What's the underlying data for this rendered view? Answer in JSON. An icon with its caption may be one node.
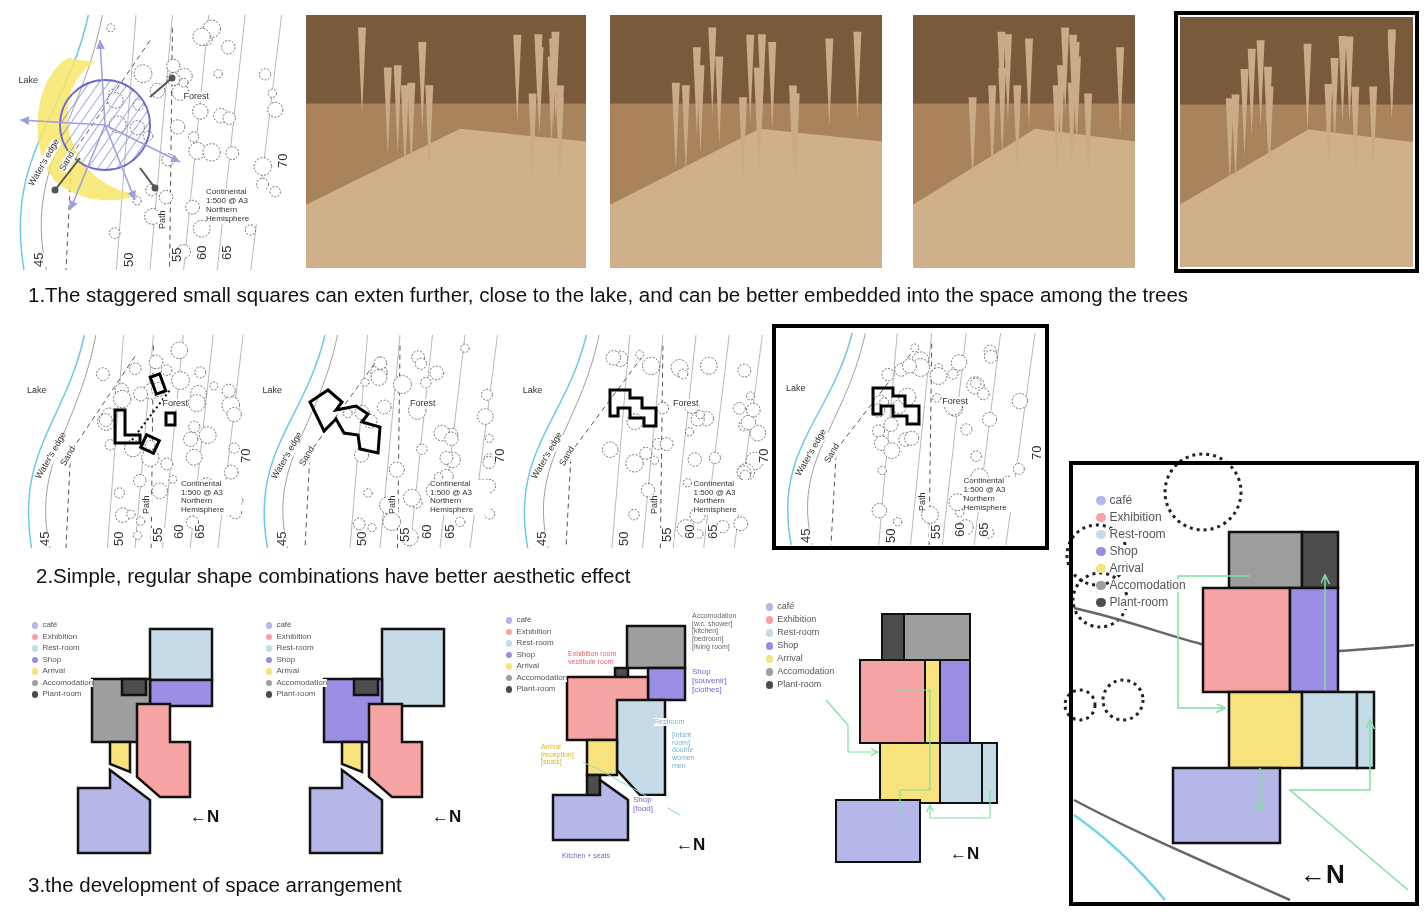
{
  "diagram": {
    "labels": [
      "Lake",
      "Water's edge",
      "Sand",
      "Forest",
      "Path",
      "45",
      "50",
      "55",
      "60",
      "65",
      "70",
      "Continental 1:500 @ A3 Northern Hemisphere",
      "1.The staggered small squares can exten further, close to the lake, and can be better embedded into the space among the trees",
      "Lake",
      "Water's edge",
      "Sand",
      "Forest",
      "Path",
      "45",
      "50",
      "55",
      "60",
      "65",
      "70",
      "Continental 1:500 @ A3 Northern Hemisphere",
      "Lake",
      "Water's edge",
      "Sand",
      "Forest",
      "Path",
      "45",
      "50",
      "55",
      "60",
      "65",
      "70",
      "Continental 1:500 @ A3 Northern Hemisphere",
      "Lake",
      "Water's edge",
      "Sand",
      "Forest",
      "Path",
      "45",
      "50",
      "55",
      "60",
      "65",
      "70",
      "Continental 1:500 @ A3 Northern Hemisphere",
      "Lake",
      "Water's edge",
      "Sand",
      "Forest",
      "Path",
      "45",
      "50",
      "55",
      "60",
      "65",
      "70",
      "Continental 1:500 @ A3 Northern Hemisphere",
      "2.Simple, regular shape combinations have better aesthetic effect",
      "←N",
      "←N",
      "Accomodation [w.c. shower] [kitchen] [bedroom] [living room]",
      "Exhibition room vestibule room",
      "Shop [souvenir] [clothes]",
      "Restroom",
      "[infant room] double women men",
      "Arrival [reception] [seats]",
      "Shop [food]",
      "Kitchen + seats",
      "←N",
      "←N",
      "←N",
      "3.the development of space arrangement"
    ],
    "legend": [
      {
        "text": "café",
        "color": "#b4b7e8"
      },
      {
        "text": "Exhibition",
        "color": "#f5a3a3"
      },
      {
        "text": "Rest-room",
        "color": "#c5dbe8"
      },
      {
        "text": "Shop",
        "color": "#9b8de3"
      },
      {
        "text": "Arrival",
        "color": "#f8e27c"
      },
      {
        "text": "Accomodation",
        "color": "#9e9e9e"
      },
      {
        "text": "Plant-room",
        "color": "#4d4d4d"
      },
      {
        "text": "café",
        "color": "#b4b7e8"
      },
      {
        "text": "Exhibition",
        "color": "#f5a3a3"
      },
      {
        "text": "Rest-room",
        "color": "#c5dbe8"
      },
      {
        "text": "Shop",
        "color": "#9b8de3"
      },
      {
        "text": "Arrival",
        "color": "#f8e27c"
      },
      {
        "text": "Accomodation",
        "color": "#9e9e9e"
      },
      {
        "text": "Plant-room",
        "color": "#4d4d4d"
      },
      {
        "text": "café",
        "color": "#b4b7e8"
      },
      {
        "text": "Exhibition",
        "color": "#f5a3a3"
      },
      {
        "text": "Rest-room",
        "color": "#c5dbe8"
      },
      {
        "text": "Shop",
        "color": "#9b8de3"
      },
      {
        "text": "Arrival",
        "color": "#f8e27c"
      },
      {
        "text": "Accomodation",
        "color": "#9e9e9e"
      },
      {
        "text": "Plant-room",
        "color": "#4d4d4d"
      },
      {
        "text": "café",
        "color": "#b4b7e8"
      },
      {
        "text": "Exhibition",
        "color": "#f5a3a3"
      },
      {
        "text": "Rest-room",
        "color": "#c5dbe8"
      },
      {
        "text": "Shop",
        "color": "#9b8de3"
      },
      {
        "text": "Arrival",
        "color": "#f8e27c"
      },
      {
        "text": "Accomodation",
        "color": "#9e9e9e"
      },
      {
        "text": "Plant-room",
        "color": "#4d4d4d"
      },
      {
        "text": "café",
        "color": "#b4b7e8"
      },
      {
        "text": "Exhibition",
        "color": "#f5a3a3"
      },
      {
        "text": "Rest-room",
        "color": "#c5dbe8"
      },
      {
        "text": "Shop",
        "color": "#9b8de3"
      },
      {
        "text": "Arrival",
        "color": "#f8e27c"
      },
      {
        "text": "Accomodation",
        "color": "#9e9e9e"
      },
      {
        "text": "Plant-room",
        "color": "#4d4d4d"
      }
    ]
  }
}
